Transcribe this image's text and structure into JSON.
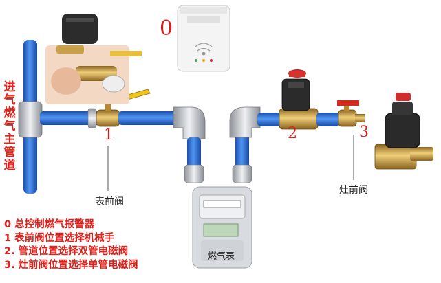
{
  "main_pipe_label": [
    "进",
    "气",
    "燃",
    "气",
    "主",
    "管",
    "道"
  ],
  "markers": {
    "m0": "0",
    "m1": "1",
    "m2": "2",
    "m3": "3"
  },
  "labels": {
    "meter_valve": "表前阀",
    "stove_valve": "灶前阀",
    "gas_meter": "燃气表"
  },
  "legend": [
    "0  总控制燃气报警器",
    "1  表前阀位置选择机械手",
    "2. 管道位置选择双管电磁阀",
    "3. 灶前阀位置选择单管电磁阀"
  ],
  "colors": {
    "pipe_blue": "#2f6fd6",
    "fitting_silver": "#c9ccd1",
    "brass": "#c99a3a",
    "label_red": "#e2231a"
  },
  "icons": [
    "manipulator-valve-icon",
    "gas-alarm-icon",
    "double-solenoid-valve-icon",
    "single-solenoid-valve-icon",
    "gas-meter-icon",
    "ball-valve-icon"
  ]
}
